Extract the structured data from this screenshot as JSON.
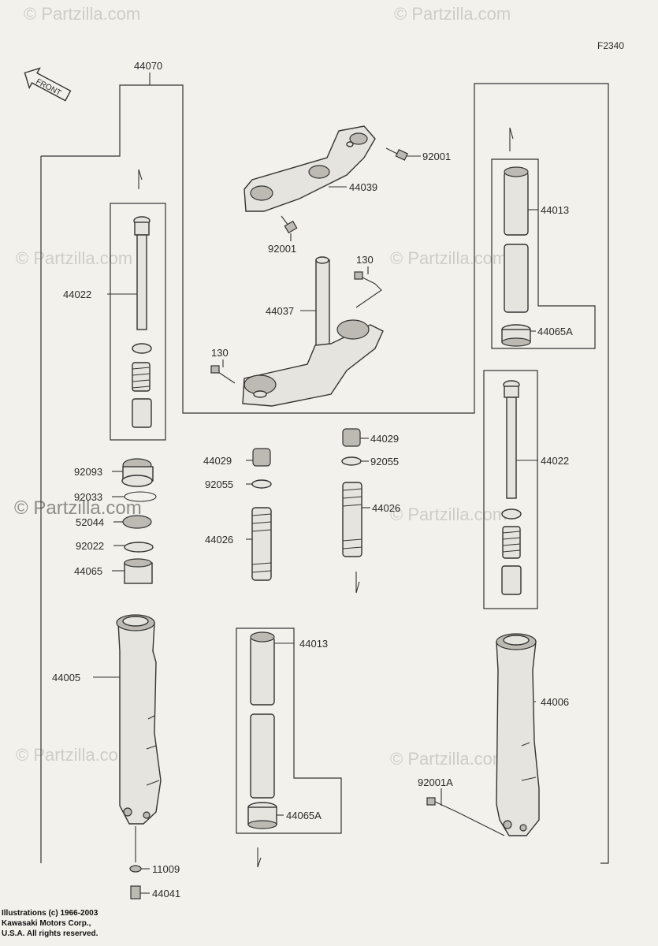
{
  "diagram_code": "F2340",
  "front_label": "FRONT",
  "watermark": "© Partzilla.com",
  "parts": {
    "p44070": "44070",
    "p92001_top": "92001",
    "p44039": "44039",
    "p92001_mid": "92001",
    "p130_right": "130",
    "p44037": "44037",
    "p130_left": "130",
    "p44013_top": "44013",
    "p44065A_top": "44065A",
    "p44022_left": "44022",
    "p44022_right": "44022",
    "p92093": "92093",
    "p92033": "92033",
    "p52044": "52044",
    "p92022": "92022",
    "p44065": "44065",
    "p44029_mid": "44029",
    "p92055_mid": "92055",
    "p44026_mid": "44026",
    "p44029_right": "44029",
    "p92055_right": "92055",
    "p44026_right": "44026",
    "p44013_bottom": "44013",
    "p44065A_bottom": "44065A",
    "p44005": "44005",
    "p44006": "44006",
    "p92001A": "92001A",
    "p11009": "11009",
    "p44041": "44041"
  },
  "copyright": {
    "line1": "Illustrations (c) 1966-2003",
    "line2": "Kawasaki Motors Corp.,",
    "line3": "U.S.A.  All rights reserved."
  }
}
